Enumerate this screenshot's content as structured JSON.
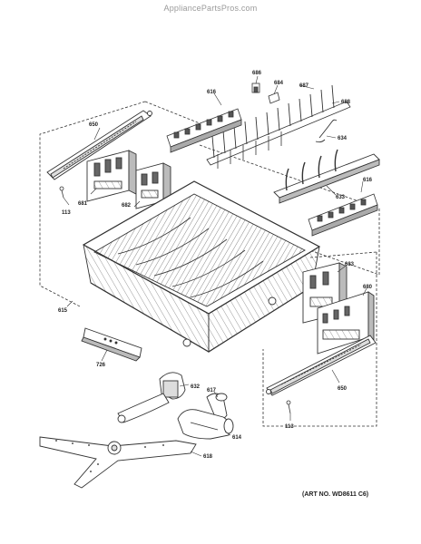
{
  "site": {
    "watermark": "AppliancePartsPros.com"
  },
  "diagram": {
    "art_number": "(ART NO. WD8611 C6)",
    "callouts": [
      {
        "id": "686",
        "label": "686"
      },
      {
        "id": "684",
        "label": "684"
      },
      {
        "id": "687",
        "label": "687"
      },
      {
        "id": "616a",
        "label": "616"
      },
      {
        "id": "688",
        "label": "688"
      },
      {
        "id": "650a",
        "label": "650"
      },
      {
        "id": "634",
        "label": "634"
      },
      {
        "id": "633",
        "label": "633"
      },
      {
        "id": "616b",
        "label": "616"
      },
      {
        "id": "113a",
        "label": "113"
      },
      {
        "id": "681",
        "label": "681"
      },
      {
        "id": "682",
        "label": "682"
      },
      {
        "id": "683",
        "label": "683"
      },
      {
        "id": "680",
        "label": "680"
      },
      {
        "id": "615",
        "label": "615"
      },
      {
        "id": "726",
        "label": "726"
      },
      {
        "id": "650b",
        "label": "650"
      },
      {
        "id": "632",
        "label": "632"
      },
      {
        "id": "617",
        "label": "617"
      },
      {
        "id": "113b",
        "label": "113"
      },
      {
        "id": "614",
        "label": "614"
      },
      {
        "id": "618",
        "label": "618"
      }
    ]
  }
}
